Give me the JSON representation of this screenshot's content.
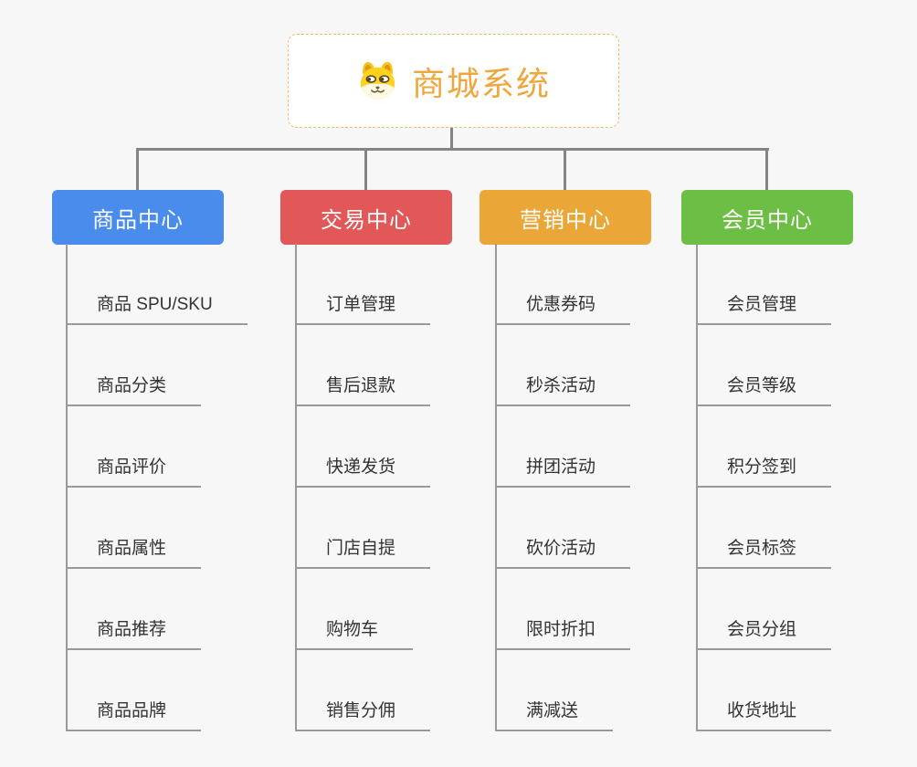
{
  "root": {
    "title": "商城系统",
    "icon": "shiba-dog-icon",
    "title_color": "#F0A53D",
    "border_color": "#F2BC66"
  },
  "branches": [
    {
      "label": "商品中心",
      "color": "#4A8CEC",
      "items": [
        "商品 SPU/SKU",
        "商品分类",
        "商品评价",
        "商品属性",
        "商品推荐",
        "商品品牌"
      ]
    },
    {
      "label": "交易中心",
      "color": "#E25757",
      "items": [
        "订单管理",
        "售后退款",
        "快递发货",
        "门店自提",
        "购物车",
        "销售分佣"
      ]
    },
    {
      "label": "营销中心",
      "color": "#EAA637",
      "items": [
        "优惠券码",
        "秒杀活动",
        "拼团活动",
        "砍价活动",
        "限时折扣",
        "满减送"
      ]
    },
    {
      "label": "会员中心",
      "color": "#6DBE45",
      "items": [
        "会员管理",
        "会员等级",
        "积分签到",
        "会员标签",
        "会员分组",
        "收货地址"
      ]
    }
  ],
  "colors": {
    "background": "#f7f7f7",
    "connector": "#848484",
    "subtopic_line": "#9A9A9A",
    "subtopic_text": "#333333"
  }
}
